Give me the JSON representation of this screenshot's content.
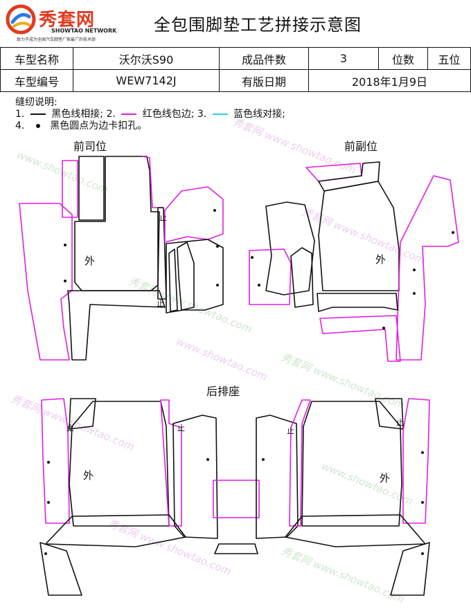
{
  "logo": {
    "name_cn": "秀套网",
    "name_en": "SHOWTAO NETWORK",
    "tagline": "致力于成为全国汽车脚垫厂家最广的技术部"
  },
  "title": "全包围脚垫工艺拼接示意图",
  "info": {
    "model_name_label": "车型名称",
    "model_name_value": "沃尔沃S90",
    "piece_count_label": "成品件数",
    "piece_count_value": "3",
    "seats_label": "位数",
    "seats_value": "五位",
    "model_code_label": "车型编号",
    "model_code_value": "WEW7142J",
    "date_label": "有版日期",
    "date_value": "2018年1月9日"
  },
  "legend": {
    "heading": "缝纫说明:",
    "item1_prefix": "1.",
    "item1_text": "黑色线相接;",
    "item2_prefix": "2.",
    "item2_text": "红色线包边;",
    "item3_prefix": "3.",
    "item3_text": "蓝色线对接;",
    "item4_prefix": "4.",
    "item4_text": "黑色圆点为边卡扣孔。"
  },
  "sections": {
    "driver": "前司位",
    "passenger": "前副位",
    "rear": "后排座"
  },
  "piece_labels": {
    "outer": "外",
    "stop": "止"
  },
  "watermark": {
    "brand": "秀套网",
    "url": "www.showtao.com"
  },
  "colors": {
    "black_line": "#111111",
    "red_line": "#e01ee0",
    "blue_line": "#22d3e8"
  }
}
